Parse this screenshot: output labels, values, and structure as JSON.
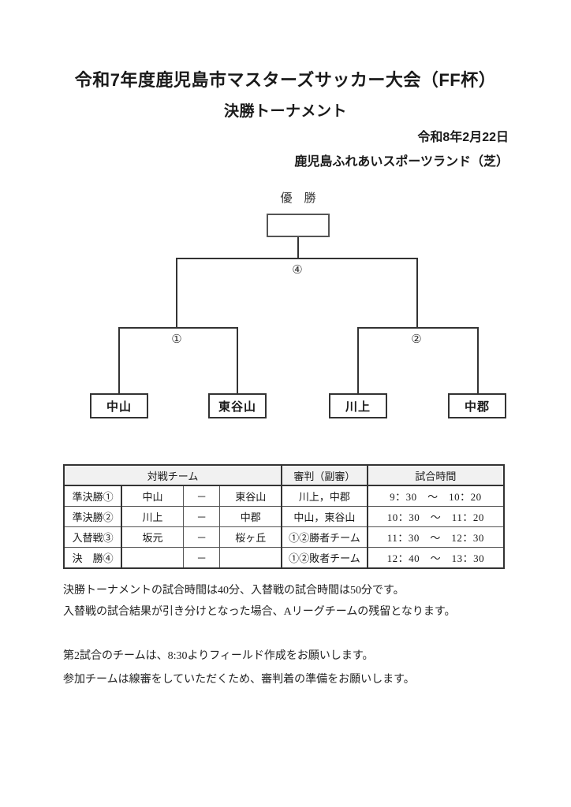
{
  "document": {
    "title_main": "令和7年度鹿児島市マスターズサッカー大会（FF杯）",
    "title_sub": "決勝トーナメント",
    "date": "令和8年2月22日",
    "venue": "鹿児島ふれあいスポーツランド（芝）"
  },
  "bracket": {
    "champion_label": "優　勝",
    "champion_team": "",
    "final_match_number": "④",
    "semifinal_left_number": "①",
    "semifinal_right_number": "②",
    "teams": [
      {
        "name": "中山"
      },
      {
        "name": "東谷山"
      },
      {
        "name": "川上"
      },
      {
        "name": "中郡"
      }
    ]
  },
  "schedule": {
    "headers": {
      "teams": "対戦チーム",
      "referee": "審判（副審）",
      "time": "試合時間"
    },
    "rows": [
      {
        "round": "準決勝①",
        "team_a": "中山",
        "dash": "－",
        "team_b": "東谷山",
        "referee": "川上，中郡",
        "time": "9：30　～　10：20"
      },
      {
        "round": "準決勝②",
        "team_a": "川上",
        "dash": "－",
        "team_b": "中郡",
        "referee": "中山，東谷山",
        "time": "10：30　～　11：20"
      },
      {
        "round": "入替戦③",
        "team_a": "坂元",
        "dash": "－",
        "team_b": "桜ヶ丘",
        "referee": "①②勝者チーム",
        "time": "11：30　～　12：30"
      },
      {
        "round": "決　勝④",
        "team_a": "",
        "dash": "－",
        "team_b": "",
        "referee": "①②敗者チーム",
        "time": "12：40　～　13：30"
      }
    ]
  },
  "notes": [
    "決勝トーナメントの試合時間は40分、入替戦の試合時間は50分です。",
    "入替戦の試合結果が引き分けとなった場合、Aリーグチームの残留となります。",
    "第2試合のチームは、8:30よりフィールド作成をお願いします。",
    "参加チームは線審をしていただくため、審判着の準備をお願いします。"
  ],
  "colors": {
    "ink": "#1a1a1a",
    "rule": "#333333",
    "header_fill": "#f1f1f1"
  }
}
